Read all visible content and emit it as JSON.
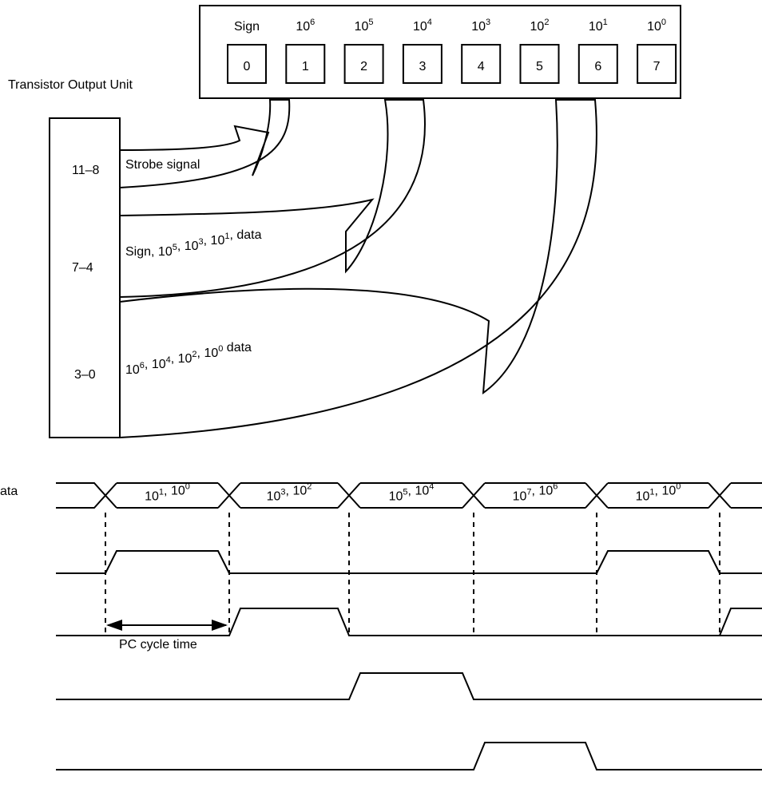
{
  "display": {
    "digits": [
      {
        "header_base": "Sign",
        "header_exp": "",
        "value": "0"
      },
      {
        "header_base": "10",
        "header_exp": "6",
        "value": "1"
      },
      {
        "header_base": "10",
        "header_exp": "5",
        "value": "2"
      },
      {
        "header_base": "10",
        "header_exp": "4",
        "value": "3"
      },
      {
        "header_base": "10",
        "header_exp": "3",
        "value": "4"
      },
      {
        "header_base": "10",
        "header_exp": "2",
        "value": "5"
      },
      {
        "header_base": "10",
        "header_exp": "1",
        "value": "6"
      },
      {
        "header_base": "10",
        "header_exp": "0",
        "value": "7"
      }
    ]
  },
  "unit": {
    "title": "Transistor Output Unit",
    "terminals": [
      "11–8",
      "7–4",
      "3–0"
    ],
    "signals": {
      "strobe": "Strobe signal",
      "upper_data": [
        {
          "base": "Sign, 10",
          "exp": "5"
        },
        {
          "base": ", 10",
          "exp": "3"
        },
        {
          "base": ", 10",
          "exp": "1"
        },
        {
          "base": ", data",
          "exp": ""
        }
      ],
      "lower_data": [
        {
          "base": "10",
          "exp": "6"
        },
        {
          "base": ", 10",
          "exp": "4"
        },
        {
          "base": ", 10",
          "exp": "2"
        },
        {
          "base": ", 10",
          "exp": "0"
        },
        {
          "base": " data",
          "exp": ""
        }
      ]
    }
  },
  "timing": {
    "data_label": "ata",
    "segments": [
      [
        {
          "base": "10",
          "exp": "1"
        },
        {
          "base": ", 10",
          "exp": "0"
        }
      ],
      [
        {
          "base": "10",
          "exp": "3"
        },
        {
          "base": ", 10",
          "exp": "2"
        }
      ],
      [
        {
          "base": "10",
          "exp": "5"
        },
        {
          "base": ", 10",
          "exp": "4"
        }
      ],
      [
        {
          "base": "10",
          "exp": "7"
        },
        {
          "base": ", 10",
          "exp": "6"
        }
      ],
      [
        {
          "base": "10",
          "exp": "1"
        },
        {
          "base": ", 10",
          "exp": "0"
        }
      ]
    ],
    "strobe_pulses": [
      [
        0,
        4
      ],
      [
        1
      ],
      [
        2
      ],
      [
        3
      ]
    ],
    "cycle_label": "PC cycle time"
  }
}
